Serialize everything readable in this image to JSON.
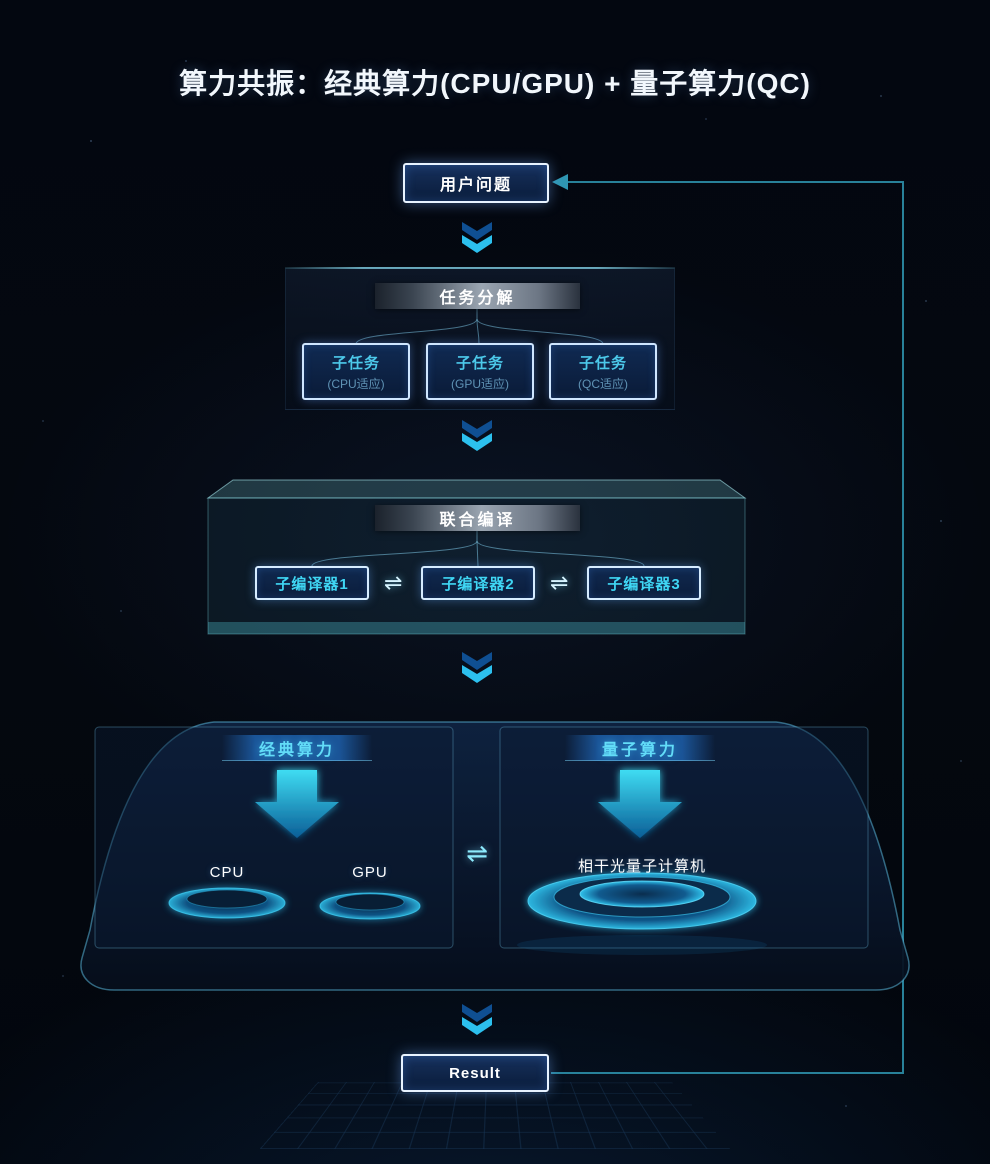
{
  "title": "算力共振：经典算力(CPU/GPU) + 量子算力(QC)",
  "nodes": {
    "user_question": "用户问题",
    "result": "Result"
  },
  "task_decomposition": {
    "header": "任务分解",
    "subtasks": [
      {
        "title": "子任务",
        "subtitle": "(CPU适应)"
      },
      {
        "title": "子任务",
        "subtitle": "(GPU适应)"
      },
      {
        "title": "子任务",
        "subtitle": "(QC适应)"
      }
    ]
  },
  "joint_compilation": {
    "header": "联合编译",
    "compilers": [
      "子编译器1",
      "子编译器2",
      "子编译器3"
    ],
    "exchange_symbol": "⇌"
  },
  "platform": {
    "classical": {
      "header": "经典算力",
      "units": [
        "CPU",
        "GPU"
      ]
    },
    "quantum": {
      "header": "量子算力",
      "machine": "相干光量子计算机"
    },
    "exchange_symbol": "⇌"
  },
  "colors": {
    "background": "#04070f",
    "accent_cyan": "#3fd6f4",
    "accent_blue": "#1e78c8",
    "box_border": "#e8f3ff",
    "box_fill": "#0d2248",
    "feedback_line": "#2f96b2"
  }
}
